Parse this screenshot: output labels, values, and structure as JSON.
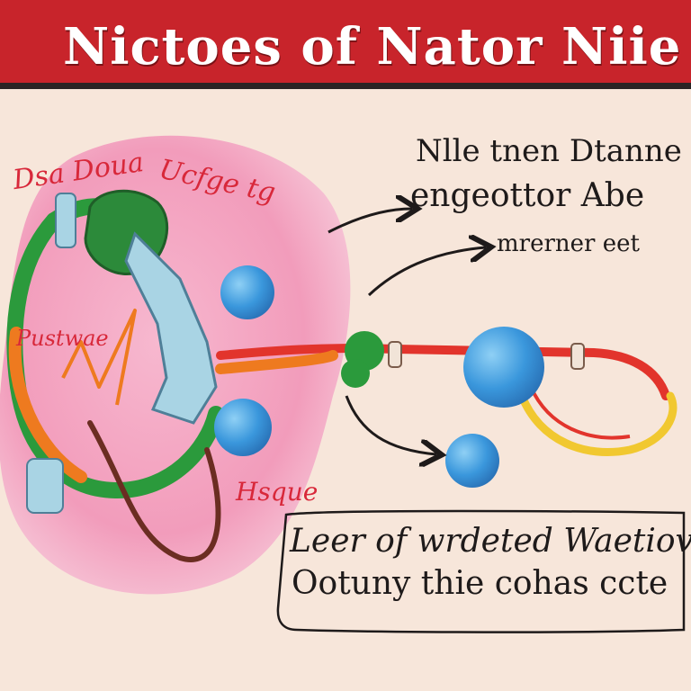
{
  "banner": {
    "title": "Nictoes of Nator Niie Cnoco"
  },
  "notes": {
    "line1": "Nlle tnen Dtanne",
    "line2": "engeottor Abe",
    "line3": "mrerner eet"
  },
  "caption": {
    "line1": "Leer of wrdeted Waetiove",
    "line2": "Ootuny thie cohas ccte"
  },
  "labels": {
    "top_left": "Dsa Doua",
    "top_right": "Ucfge tg",
    "left": "Pustwae",
    "bottom": "Hsque"
  },
  "colors": {
    "banner": "#c8242b",
    "cell": "#f4a9c2",
    "molecule": "#3a97dc",
    "ring_green": "#2b9a3c",
    "ring_orange": "#ee7a1f",
    "tube_red": "#e2342c",
    "tube_yellow": "#f1c830"
  }
}
